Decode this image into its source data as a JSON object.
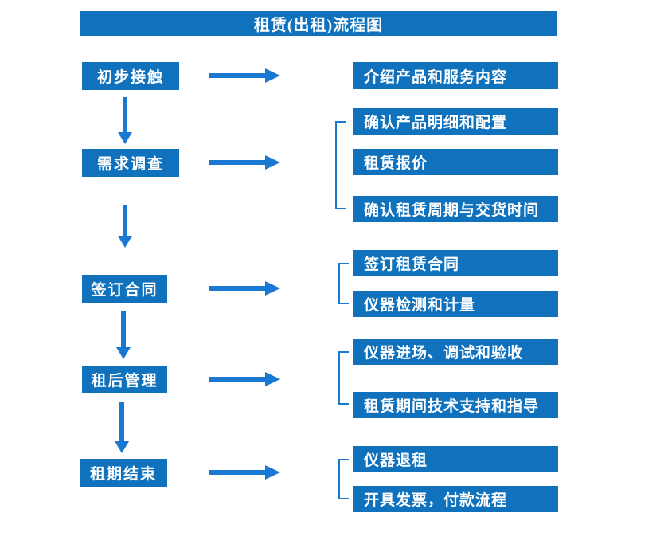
{
  "title": "租赁(出租)流程图",
  "colors": {
    "box_blue": "#1072bd",
    "arrow_blue": "#1878d2",
    "text": "#ffffff",
    "background": "#ffffff"
  },
  "flow": {
    "type": "flowchart",
    "steps": [
      {
        "label": "初步接触",
        "details": [
          "介绍产品和服务内容"
        ]
      },
      {
        "label": "需求调查",
        "details": [
          "确认产品明细和配置",
          "租赁报价",
          "确认租赁周期与交货时间"
        ]
      },
      {
        "label": "签订合同",
        "details": [
          "签订租赁合同",
          "仪器检测和计量"
        ]
      },
      {
        "label": "租后管理",
        "details": [
          "仪器进场、调试和验收",
          "租赁期间技术支持和指导"
        ]
      },
      {
        "label": "租期结束",
        "details": [
          "仪器退租",
          "开具发票，付款流程"
        ]
      }
    ]
  }
}
